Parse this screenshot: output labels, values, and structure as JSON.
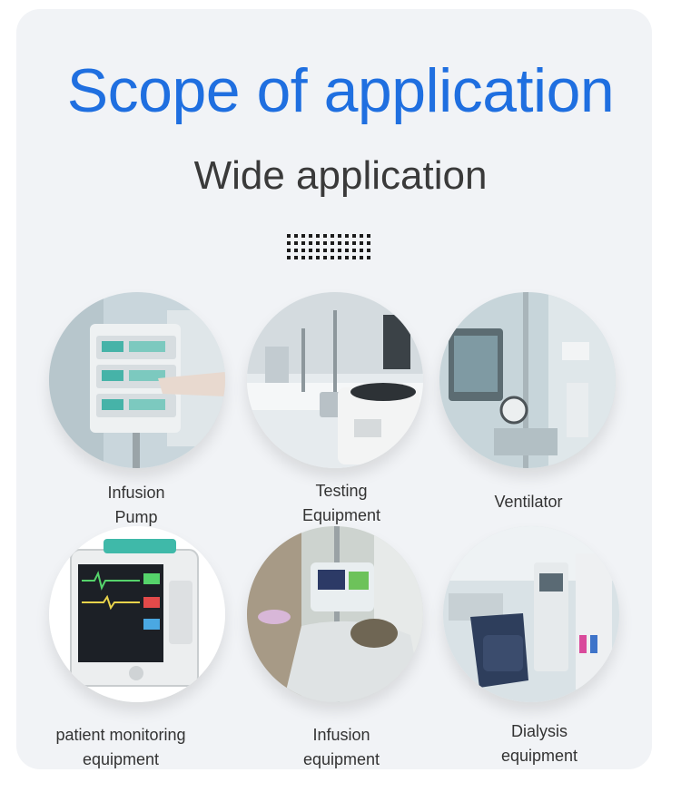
{
  "title": "Scope of application",
  "subtitle": "Wide application",
  "items": [
    {
      "line1": "Infusion",
      "line2": "Pump",
      "icon": "infusion-pump-photo"
    },
    {
      "line1": "Testing",
      "line2": "Equipment",
      "icon": "testing-equipment-photo"
    },
    {
      "line1": "Ventilator",
      "line2": "",
      "icon": "ventilator-photo"
    },
    {
      "line1": "patient monitoring",
      "line2": "equipment",
      "icon": "patient-monitor-photo"
    },
    {
      "line1": "Infusion",
      "line2": "equipment",
      "icon": "infusion-equipment-photo"
    },
    {
      "line1": "Dialysis",
      "line2": "equipment",
      "icon": "dialysis-equipment-photo"
    }
  ],
  "colors": {
    "title": "#1f6fe0",
    "subtitle": "#3a3a3a",
    "card": "#f1f3f6"
  }
}
